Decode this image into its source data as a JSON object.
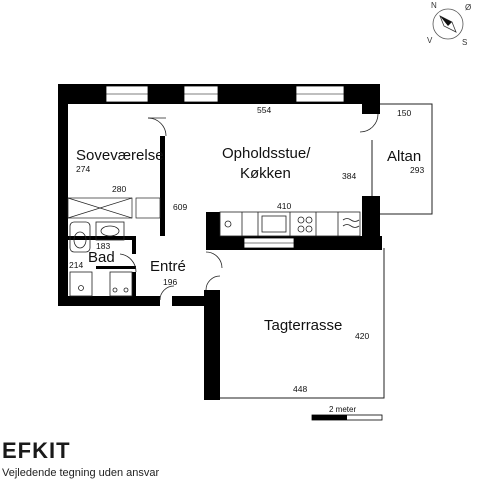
{
  "compass": {
    "north": "N",
    "east": "Ø",
    "south": "S",
    "west": "V"
  },
  "rooms": {
    "bedroom": "Soveværelse",
    "living_kitchen_line1": "Opholdsstue/",
    "living_kitchen_line2": "Køkken",
    "balcony": "Altan",
    "bath": "Bad",
    "hall": "Entré",
    "terrace": "Tagterrasse"
  },
  "dimensions": {
    "top_width": "554",
    "balcony_width": "150",
    "bedroom_depth": "274",
    "bedroom_width": "280",
    "living_depth": "384",
    "balcony_depth": "293",
    "total_depth": "609",
    "kitchen_width": "410",
    "bath_width": "183",
    "bath_depth": "214",
    "hall_width": "196",
    "terrace_depth": "420",
    "terrace_width": "448"
  },
  "scale_bar": {
    "label": "2 meter"
  },
  "brand": {
    "logo": "EFKIT",
    "disclaimer": "Vejledende tegning uden ansvar"
  },
  "colors": {
    "wall": "#000000",
    "line": "#222222",
    "background": "#ffffff"
  }
}
